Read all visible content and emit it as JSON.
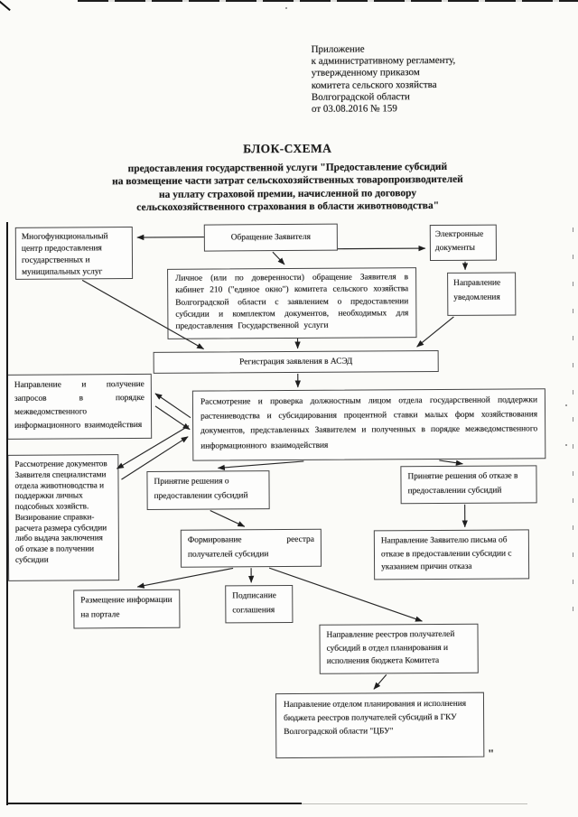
{
  "document": {
    "header": {
      "lines": [
        "Приложение",
        "к административному регламенту,",
        "утвержденному приказом",
        "комитета сельского хозяйства",
        "Волгоградской области",
        "от 03.08.2016 № 159"
      ]
    },
    "title": "БЛОК-СХЕМА",
    "subtitle": {
      "lines": [
        "предоставления государственной услуги \"Предоставление субсидий",
        "на возмещение части затрат сельскохозяйственных товаропроизводителей",
        "на уплату страховой премии, начисленной по договору",
        "сельскохозяйственного страхования в области животноводства\""
      ]
    }
  },
  "flowchart": {
    "nodes": {
      "mfc": "Многофункциональный центр предоставления государственных и муниципальных услуг",
      "appeal": "Обращение Заявителя",
      "edocs": "Электронные документы",
      "personal": "Личное (или по доверенности) обращение Заявителя в кабинет 210 (\"единое окно\") комитета сельского хозяйства Волгоградской области с заявлением о предоставлении субсидии и комплектом документов, необходимых для предоставления Государственной услуги",
      "notify": "Направление уведомления",
      "register": "Регистрация заявления в АСЭД",
      "requests": "Направление и получение запросов в порядке межведомственного информационного взаимодействия",
      "review": "Рассмотрение и проверка должностным лицом отдела государственной поддержки растениеводства и субсидирования процентной ставки малых форм хозяйствования документов, представленных Заявителем и полученных в порядке межведомственного информационного взаимодействия",
      "livestock_review": "Рассмотрение документов Заявителя специалистами отдела животноводства и поддержки личных подсобных хозяйств. Визирование справки-расчета размера субсидии либо выдача заключения об отказе в получении субсидии",
      "decision_grant": "Принятие решения о предоставлении субсидий",
      "decision_refuse": "Принятие решения об отказе в предоставлении субсидий",
      "registry_form": "Формирование реестра получателей субсидии",
      "refusal_letter": "Направление Заявителю письма об отказе в предоставлении субсидии с указанием причин отказа",
      "portal": "Размещение информации на портале",
      "agreement": "Подписание соглашения",
      "registry_send": "Направление реестров получателей субсидий в отдел планирования и исполнения бюджета Комитета",
      "gku_send": "Направление отделом планирования и исполнения бюджета реестров получателей субсидий в ГКУ Волгоградской области \"ЦБУ\""
    }
  },
  "artifacts": {
    "quote_mark": "\""
  }
}
